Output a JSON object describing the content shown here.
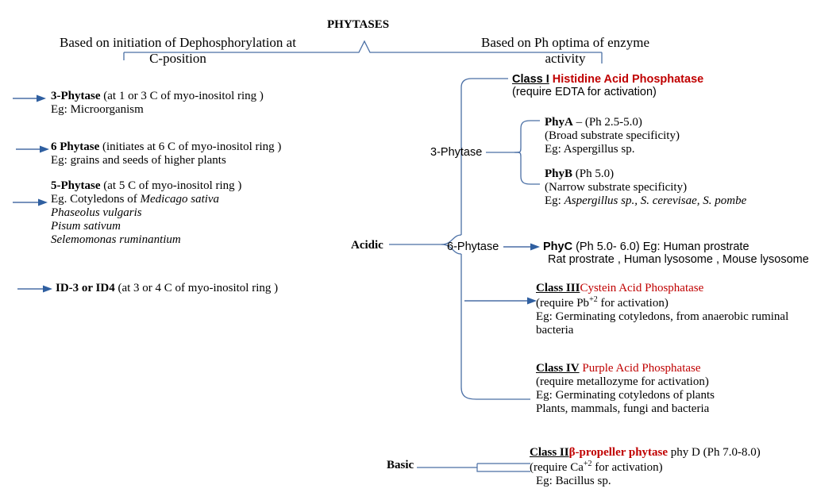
{
  "title": "PHYTASES",
  "accent_color": "#4a6fa5",
  "red_color": "#c00000",
  "headers": {
    "left_line1": "Based on initiation of Dephosphorylation at",
    "left_line2": "C-position",
    "right_line1": "Based on Ph optima  of enzyme",
    "right_line2": "activity"
  },
  "left_branch": {
    "items": [
      {
        "name": "3-phytase",
        "title_bold": "3-Phytase",
        "title_rest": " (at 1 or 3 C of myo-inositol ring )",
        "lines": [
          {
            "text": "Eg: Microorganism",
            "italic": false
          }
        ]
      },
      {
        "name": "6-phytase",
        "title_bold": "6 Phytase",
        "title_rest": " (initiates at  6 C of myo-inositol ring )",
        "lines": [
          {
            "text": "Eg: grains and seeds of higher plants",
            "italic": false
          }
        ]
      },
      {
        "name": "5-phytase",
        "title_bold": "5-Phytase",
        "title_rest": "  (at 5 C of myo-inositol ring )",
        "lines": [
          {
            "text": "Eg. Cotyledons of ",
            "italic": false,
            "italic_tail": "Medicago sativa"
          },
          {
            "text": "Phaseolus vulgaris",
            "italic": true
          },
          {
            "text": "Pisum sativum",
            "italic": true
          },
          {
            "text": "Selemomonas ruminantium",
            "italic": true
          }
        ]
      },
      {
        "name": "id3-or-id4",
        "title_bold": "ID-3 or ID4",
        "title_rest": " (at 3 or 4 C of myo-inositol ring )",
        "lines": []
      }
    ]
  },
  "right_branch": {
    "acidic_label": "Acidic",
    "basic_label": "Basic",
    "three_phytase_label": "3-Phytase",
    "six_phytase_label": "6-Phytase",
    "class1": {
      "class_label": "Class I",
      "class_name": "Histidine Acid Phosphatase",
      "requirement": "(require EDTA for activation)"
    },
    "phya": {
      "bold": "PhyA",
      "rest": " – (Ph 2.5-5.0)",
      "line2": "(Broad substrate specificity)",
      "line3": "Eg: Aspergillus sp."
    },
    "phyb": {
      "bold": "PhyB",
      "rest": " (Ph 5.0)",
      "line2": "(Narrow substrate specificity)",
      "line3_prefix": "Eg: ",
      "line3_italic": "Aspergillus sp., S. cerevisae, S. pombe"
    },
    "phyc": {
      "bold": "PhyC",
      "rest": " (Ph 5.0- 6.0) Eg: Human prostrate",
      "line2": "Rat prostrate , Human lysosome , Mouse lysosome"
    },
    "class3": {
      "class_label": "Class III",
      "class_name": "Cystein Acid Phosphatase",
      "requirement_prefix": "(require Pb",
      "requirement_sup": "+2",
      "requirement_suffix": " for activation)",
      "line3": "Eg: Germinating cotyledons, from anaerobic ruminal",
      "line4": "bacteria"
    },
    "class4": {
      "class_label": "Class IV",
      "class_name": " Purple  Acid Phosphatase",
      "requirement": "(require metallozyme for activation)",
      "line3": "Eg: Germinating cotyledons of plants",
      "line4": "Plants, mammals, fungi and bacteria"
    },
    "class2": {
      "class_label": "Class II",
      "class_name": "β-propeller phytase",
      "class_rest": " phy D (Ph 7.0-8.0)",
      "requirement_prefix": "(require Ca",
      "requirement_sup": "+2",
      "requirement_suffix": " for activation)",
      "line3": "Eg: Bacillus sp."
    }
  }
}
